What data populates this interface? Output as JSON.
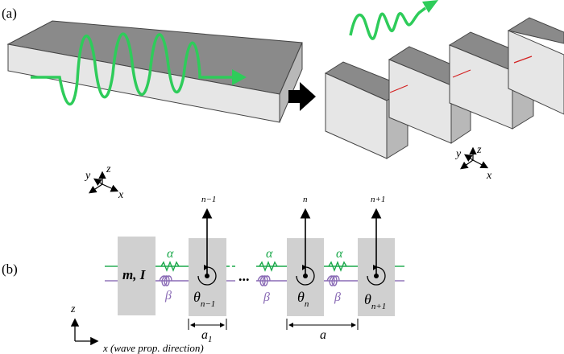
{
  "panel_a": {
    "label": "(a)",
    "axes_left": {
      "y": "y",
      "z": "z",
      "x": "x"
    },
    "axes_right": {
      "y": "y",
      "z": "z",
      "x": "x"
    }
  },
  "panel_b": {
    "label": "(b)",
    "mass_label": "m, I",
    "spring_alpha": "α",
    "spring_beta": "β",
    "dots": "...",
    "cell_labels": {
      "n_minus_1": "n−1",
      "n": "n",
      "n_plus_1": "n+1"
    },
    "theta_symbol": "θ",
    "theta_subscripts": {
      "n_minus_1": "n−1",
      "n": "n",
      "n_plus_1": "n+1"
    },
    "dimension_a1_main": "a",
    "dimension_a1_sub": "1",
    "dimension_a": "a",
    "axis_z": "z",
    "axis_x": "x (wave prop. direction)"
  },
  "colors": {
    "wave_green": "#2ecc5a",
    "spring_green": "#1aa84a",
    "spring_purple": "#8a6bb5",
    "block_gray": "#8c8c8c",
    "cell_gray": "#d0d0d0"
  }
}
